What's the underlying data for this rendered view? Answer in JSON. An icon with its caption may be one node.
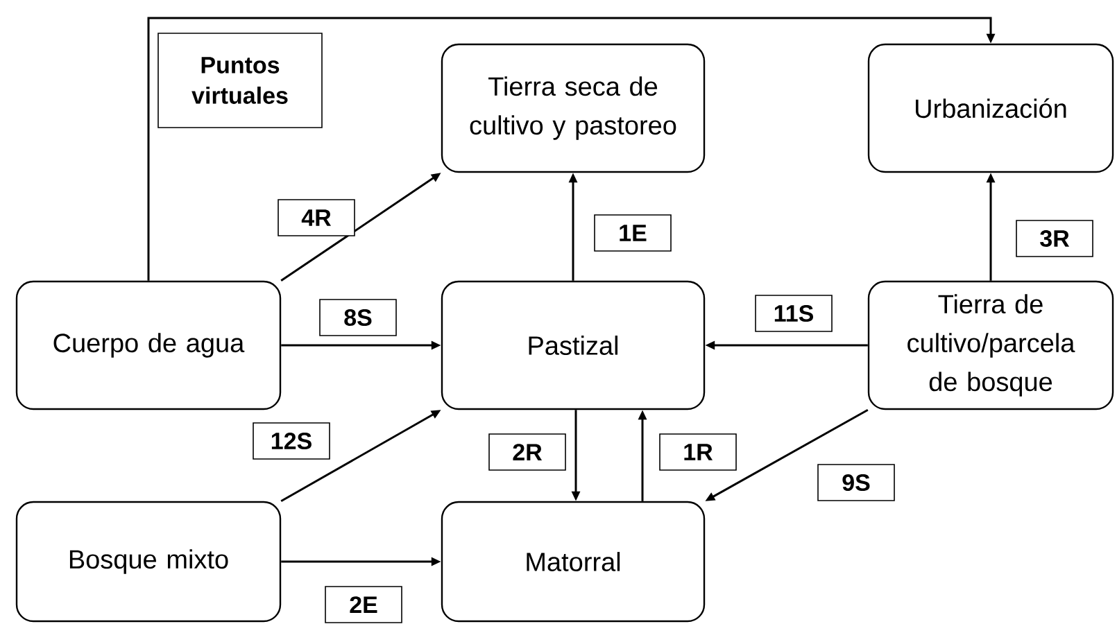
{
  "diagram": {
    "nodes": [
      {
        "text": [
          "Puntos virtuales"
        ]
      },
      {
        "text": [
          "Tierra seca de cultivo y pastoreo"
        ]
      },
      {
        "text": [
          "Urbanización"
        ]
      },
      {
        "text": [
          "Cuerpo de agua"
        ]
      },
      {
        "text": [
          "Pastizal"
        ]
      },
      {
        "text": [
          "Tierra de cultivo/parcela de bosque"
        ]
      },
      {
        "text": [
          "Bosque mixto"
        ]
      },
      {
        "text": [
          "Matorral"
        ]
      }
    ],
    "edges": [
      {
        "from": 3,
        "to": 2,
        "arrow": "to"
      },
      {
        "from": 3,
        "to": 1,
        "arrow": "to",
        "label": "4R"
      },
      {
        "from": 4,
        "to": 1,
        "arrow": "to",
        "label": "1E"
      },
      {
        "from": 5,
        "to": 2,
        "arrow": "to",
        "label": "3R"
      },
      {
        "from": 3,
        "to": 4,
        "arrow": "to",
        "label": "8S"
      },
      {
        "from": 5,
        "to": 4,
        "arrow": "to",
        "label": "11S"
      },
      {
        "from": 6,
        "to": 4,
        "arrow": "to",
        "label": "12S"
      },
      {
        "from": 4,
        "to": 7,
        "arrow": "to",
        "label": "2R"
      },
      {
        "from": 7,
        "to": 4,
        "arrow": "to",
        "label": "1R"
      },
      {
        "from": 5,
        "to": 7,
        "arrow": "to",
        "label": "9S"
      },
      {
        "from": 6,
        "to": 7,
        "arrow": "to",
        "label": "2E"
      }
    ]
  }
}
